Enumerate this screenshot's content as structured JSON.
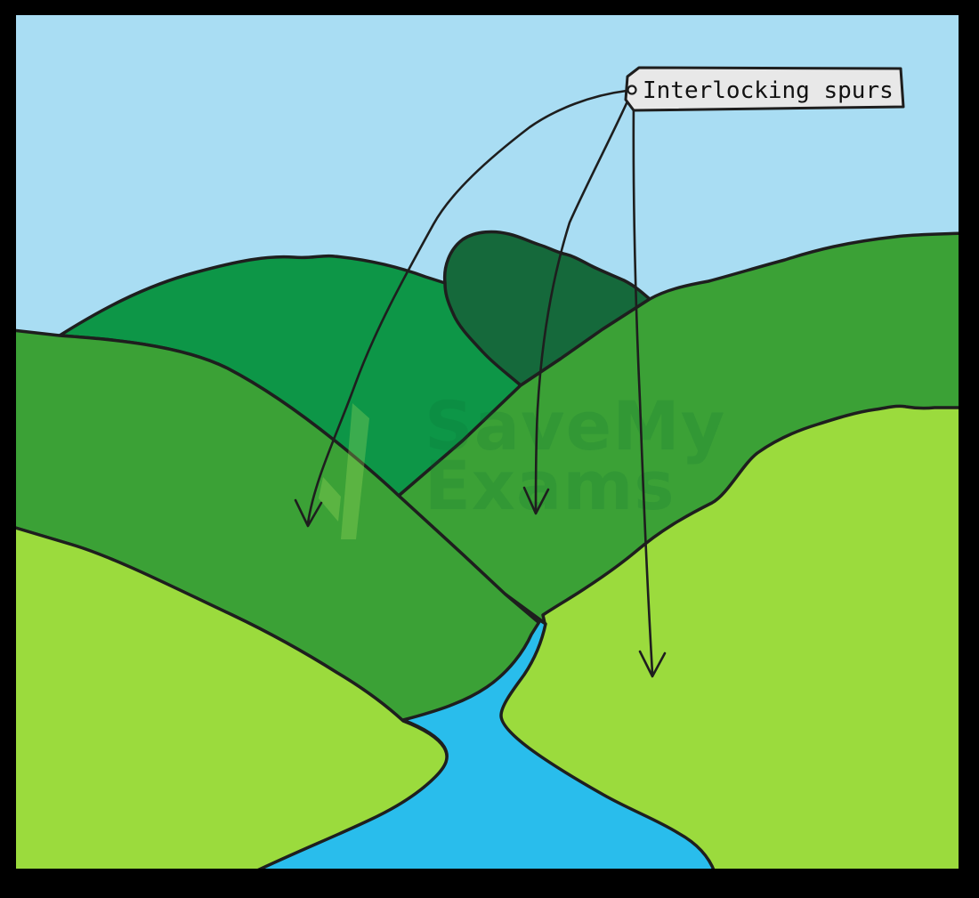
{
  "label": {
    "text": "Interlocking spurs"
  },
  "watermark": {
    "line1": "SaveMy",
    "line2": "Exams"
  },
  "diagram": {
    "subject": "River valley with three interlocking spurs",
    "arrow_count": 3
  },
  "colors": {
    "frame": "#000000",
    "sky": "#A9DDF3",
    "mountain_dark": "#15693B",
    "hill_emerald": "#0D9647",
    "hill_medium": "#3BA136",
    "hill_light": "#9BDB3D",
    "river": "#29BDEC",
    "outline": "#1E1E1E",
    "label_bg": "#E8E8E8",
    "label_dot": "#F2F2F2",
    "watermark_text": "#0A6B33",
    "watermark_check": "#A6E060"
  }
}
